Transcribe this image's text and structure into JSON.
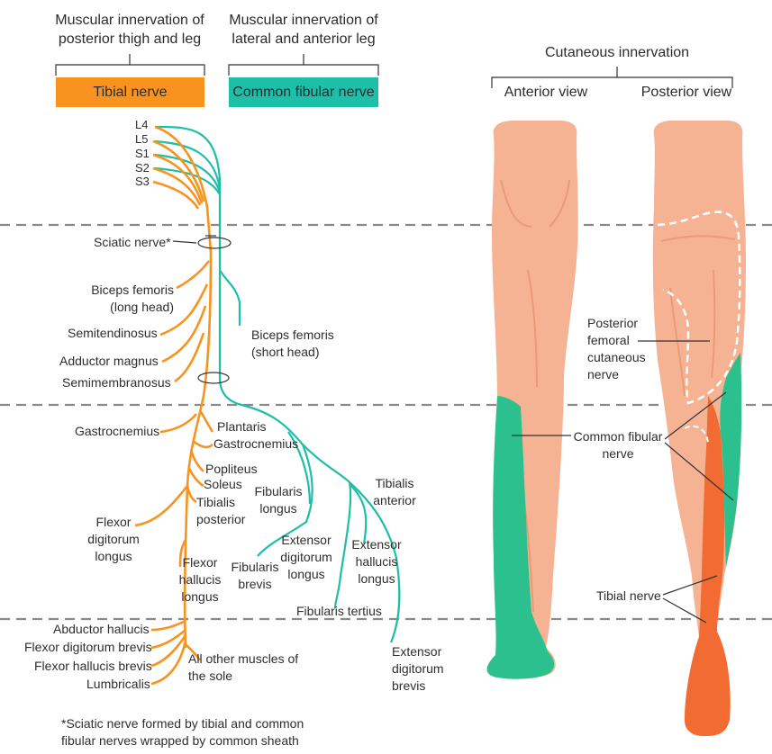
{
  "headers": {
    "posterior": "Muscular innervation of\nposterior thigh and leg",
    "lateral": "Muscular innervation of\nlateral and anterior leg",
    "cutaneous": "Cutaneous innervation",
    "anterior_view": "Anterior view",
    "posterior_view": "Posterior view"
  },
  "boxes": {
    "tibial": "Tibial nerve",
    "fibular": "Common fibular nerve"
  },
  "roots": [
    "L4",
    "L5",
    "S1",
    "S2",
    "S3"
  ],
  "muscles": {
    "sciatic": "Sciatic nerve*",
    "biceps_long": "Biceps femoris\n(long head)",
    "semitendinosus": "Semitendinosus",
    "adductor_magnus": "Adductor magnus",
    "semimembranosus": "Semimembranosus",
    "biceps_short": "Biceps femoris\n(short head)",
    "gastrocnemius_left": "Gastrocnemius",
    "plantaris": "Plantaris",
    "gastrocnemius_right": "Gastrocnemius",
    "popliteus": "Popliteus",
    "soleus": "Soleus",
    "tibialis_posterior": "Tibialis\nposterior",
    "flexor_digitorum_longus": "Flexor\ndigitorum\nlongus",
    "flexor_hallucis_longus": "Flexor\nhallucis\nlongus",
    "fibularis_longus": "Fibularis\nlongus",
    "fibularis_brevis": "Fibularis\nbrevis",
    "extensor_digitorum_longus": "Extensor\ndigitorum\nlongus",
    "extensor_hallucis_longus": "Extensor\nhallucis\nlongus",
    "tibialis_anterior": "Tibialis\nanterior",
    "fibularis_tertius": "Fibularis tertius",
    "extensor_digitorum_brevis": "Extensor\ndigitorum\nbrevis",
    "abductor_hallucis": "Abductor hallucis",
    "flexor_digitorum_brevis": "Flexor digitorum brevis",
    "flexor_hallucis_brevis": "Flexor hallucis brevis",
    "lumbricalis": "Lumbricalis",
    "all_other_sole": "All other muscles of\nthe sole"
  },
  "cutaneous_labels": {
    "posterior_femoral": "Posterior\nfemoral\ncutaneous\nnerve",
    "common_fibular": "Common fibular\nnerve",
    "tibial": "Tibial nerve"
  },
  "footnote": "*Sciatic nerve formed by tibial and common\nfibular nerves wrapped by common sheath",
  "colors": {
    "tibial": "#f7931e",
    "fibular": "#1dbfa9",
    "skin": "#f5b393",
    "skin_dark": "#e99a78",
    "tibial_zone": "#f26b33",
    "fibular_zone": "#2cc08f",
    "dashed_line": "#8a8a8a"
  }
}
